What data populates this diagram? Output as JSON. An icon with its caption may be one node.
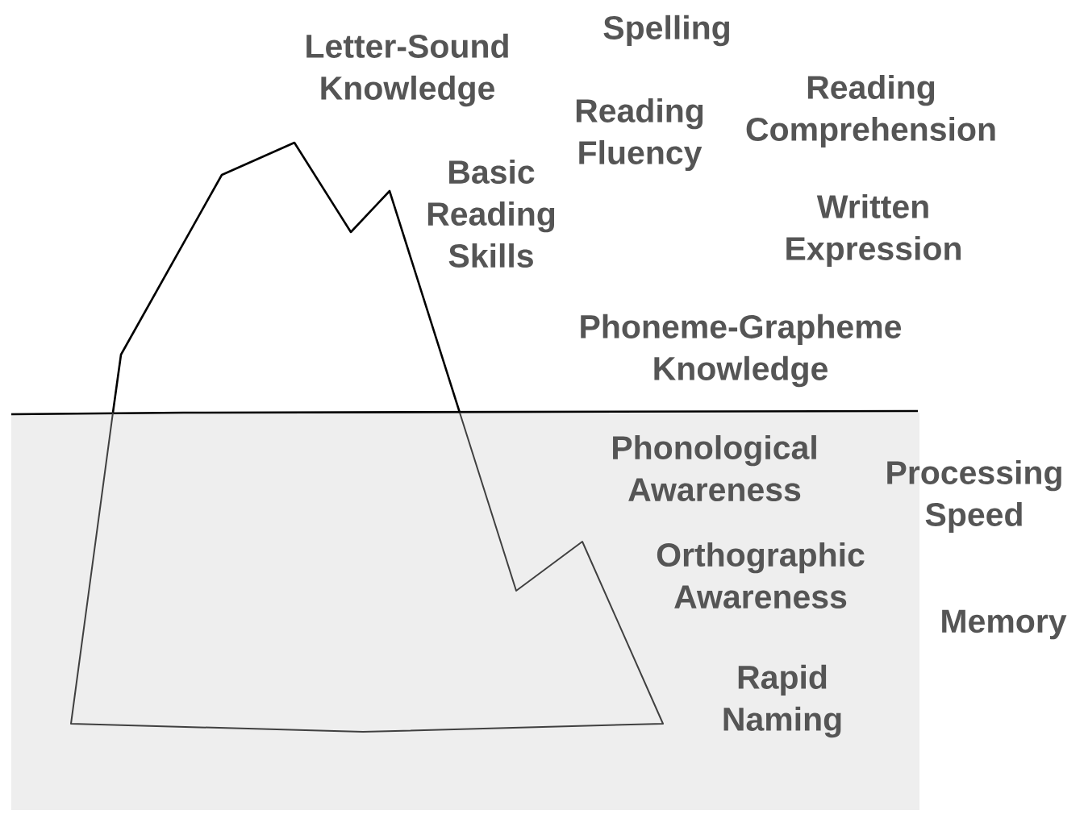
{
  "diagram": {
    "labels": [
      "Spelling",
      "Letter-Sound Knowledge",
      "Reading Comprehension",
      "Reading Fluency",
      "Basic Reading Skills",
      "Written Expression",
      "Phoneme-Grapheme Knowledge",
      "Phonological Awareness",
      "Processing Speed",
      "Orthographic Awareness",
      "Memory",
      "Rapid Naming"
    ]
  }
}
